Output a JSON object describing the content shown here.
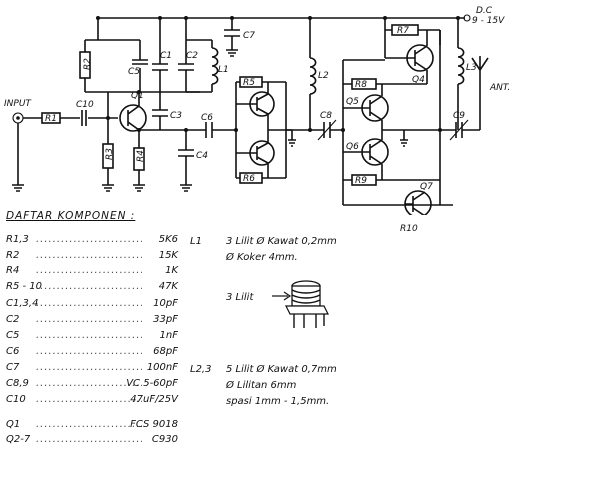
{
  "diagram": {
    "supply_label": "D.C",
    "supply_voltage": "9 - 15V",
    "input_label": "INPUT",
    "antenna_label": "ANT.",
    "parts": {
      "R1": "R1",
      "R2": "R2",
      "R3": "R3",
      "R4": "R4",
      "R5": "R5",
      "R6": "R6",
      "R7": "R7",
      "R8": "R8",
      "R9": "R9",
      "R10": "R10",
      "C1": "C1",
      "C2": "C2",
      "C3": "C3",
      "C4": "C4",
      "C5": "C5",
      "C6": "C6",
      "C7": "C7",
      "C8": "C8",
      "C9": "C9",
      "C10": "C10",
      "L1": "L1",
      "L2": "L2",
      "L3": "L3",
      "Q1": "Q1",
      "Q4": "Q4",
      "Q5": "Q5",
      "Q6": "Q6",
      "Q7": "Q7"
    }
  },
  "components": {
    "title": "DAFTAR KOMPONEN :",
    "items": [
      {
        "ref": "R1,3",
        "value": "5K6"
      },
      {
        "ref": "R2",
        "value": "15K"
      },
      {
        "ref": "R4",
        "value": "1K"
      },
      {
        "ref": "R5 - 10",
        "value": "47K"
      },
      {
        "ref": "C1,3,4",
        "value": "10pF"
      },
      {
        "ref": "C2",
        "value": "33pF"
      },
      {
        "ref": "C5",
        "value": "1nF"
      },
      {
        "ref": "C6",
        "value": "68pF"
      },
      {
        "ref": "C7",
        "value": "100nF"
      },
      {
        "ref": "C8,9",
        "value": "VC 5-60pF"
      },
      {
        "ref": "C10",
        "value": "47uF/25V"
      },
      {
        "ref": "Q1",
        "value": "FCS 9018"
      },
      {
        "ref": "Q2-7",
        "value": "C930"
      }
    ]
  },
  "coil_notes": {
    "l1": {
      "ref": "L1",
      "line1": "3 Lilit  Ø Kawat 0,2mm",
      "line2": "Ø Koker  4mm."
    },
    "coil_label": "3 Lilit",
    "l23": {
      "ref": "L2,3",
      "line1": "5 Lilit  Ø Kawat 0,7mm",
      "line2": "Ø Lilitan 6mm",
      "line3": "spasi 1mm - 1,5mm."
    }
  }
}
